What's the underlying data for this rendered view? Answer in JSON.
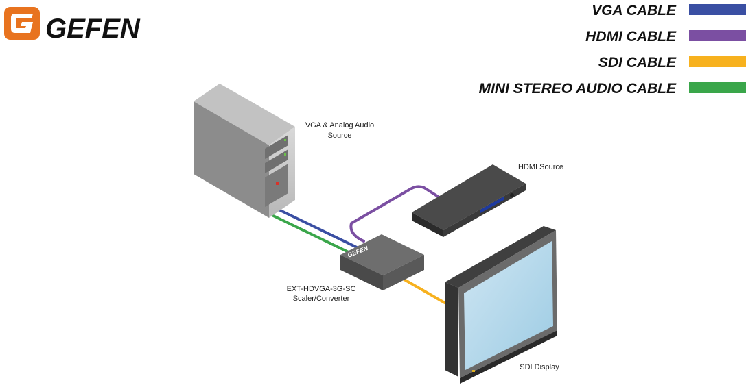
{
  "brand": {
    "logo_text": "GEFEN",
    "logo_color": "#e8731f",
    "logo_text_color": "#111111"
  },
  "legend": {
    "items": [
      {
        "label": "VGA CABLE",
        "color": "#3a4fa3"
      },
      {
        "label": "HDMI CABLE",
        "color": "#7b4fa2"
      },
      {
        "label": "SDI CABLE",
        "color": "#f7b11e"
      },
      {
        "label": "MINI STEREO AUDIO CABLE",
        "color": "#3aa64a"
      }
    ]
  },
  "devices": {
    "computer": {
      "label_line1": "VGA & Analog Audio",
      "label_line2": "Source"
    },
    "hdmi_source": {
      "label": "HDMI Source"
    },
    "converter": {
      "label_line1": "EXT-HDVGA-3G-SC",
      "label_line2": "Scaler/Converter",
      "badge": "GEFEN"
    },
    "display": {
      "label": "SDI Display"
    }
  },
  "colors": {
    "vga": "#3a4fa3",
    "hdmi": "#7b4fa2",
    "sdi": "#f7b11e",
    "audio": "#3aa64a"
  }
}
